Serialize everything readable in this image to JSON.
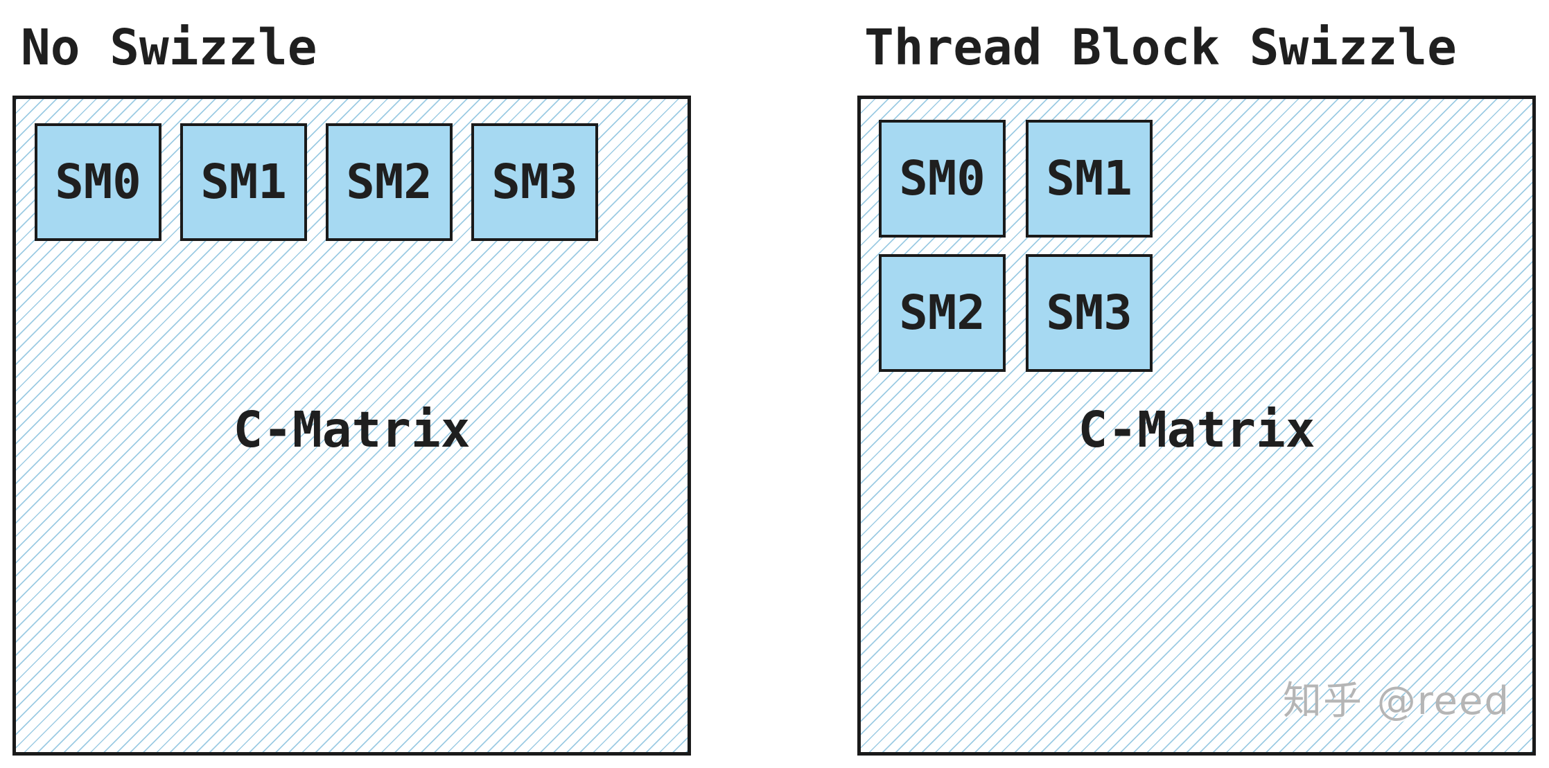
{
  "colors": {
    "background": "#ffffff",
    "panel-border": "#1a1a1a",
    "block-fill": "#a6d9f2",
    "block-border": "#1a1a1a",
    "hatch-line": "#9ccbe3",
    "title-text": "#1f1f1f",
    "watermark-text": "#b5b5b5"
  },
  "panels": [
    {
      "title": "No Swizzle",
      "matrix_label": "C-Matrix",
      "block_layout": "1x4 row",
      "blocks": [
        {
          "label": "SM0"
        },
        {
          "label": "SM1"
        },
        {
          "label": "SM2"
        },
        {
          "label": "SM3"
        }
      ]
    },
    {
      "title": "Thread Block Swizzle",
      "matrix_label": "C-Matrix",
      "block_layout": "2x2 grid",
      "blocks": [
        {
          "label": "SM0"
        },
        {
          "label": "SM1"
        },
        {
          "label": "SM2"
        },
        {
          "label": "SM3"
        }
      ],
      "watermark": "知乎 @reed"
    }
  ]
}
